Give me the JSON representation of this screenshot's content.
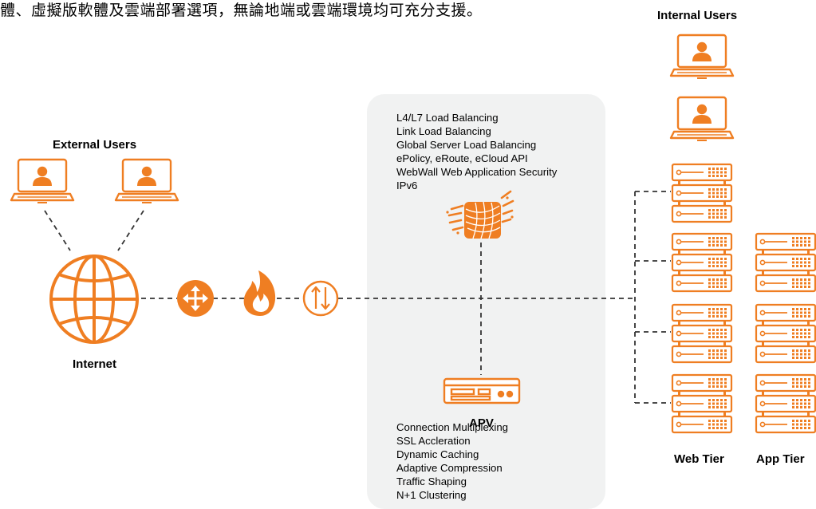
{
  "header": {
    "text": "體、虛擬版軟體及雲端部署選項，無論地端或雲端環境均可充分支援。"
  },
  "labels": {
    "internal_users": "Internal Users",
    "external_users": "External Users",
    "internet": "Internet",
    "apv": "APV",
    "web_tier": "Web Tier",
    "app_tier": "App Tier"
  },
  "features_top": [
    "L4/L7 Load Balancing",
    "Link Load Balancing",
    "Global Server Load Balancing",
    "ePolicy, eRoute, eCloud API",
    "WebWall Web Application Security",
    "IPv6"
  ],
  "features_bottom": [
    "Connection Multiplexing",
    "SSL Accleration",
    "Dynamic Caching",
    "Adaptive Compression",
    "Traffic Shaping",
    "N+1 Clustering"
  ],
  "icons": {
    "user_laptop": "laptop-user-icon",
    "globe": "globe-icon",
    "router": "router-icon",
    "firewall": "firewall-icon",
    "switch": "switch-icon",
    "array_logo": "array-logo-icon",
    "appliance": "appliance-icon",
    "server": "server-icon"
  },
  "colors": {
    "accent": "#ef7e22",
    "panel": "#f1f2f2",
    "line": "#333333"
  }
}
